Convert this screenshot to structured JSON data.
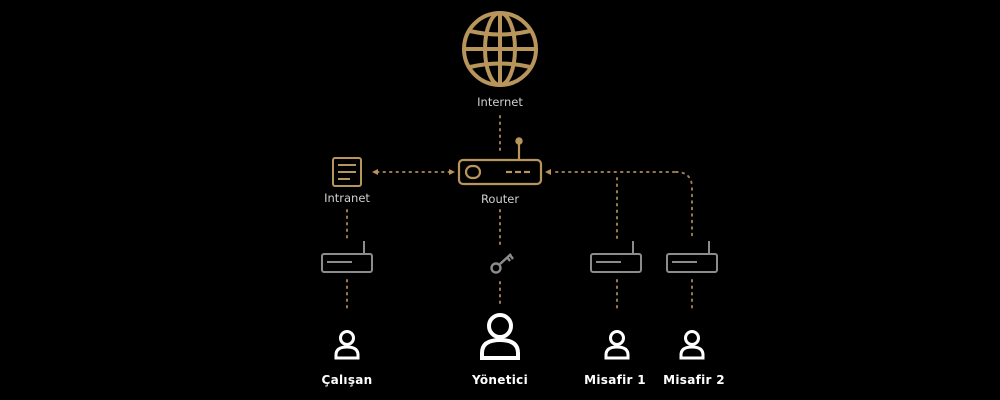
{
  "colors": {
    "background": "#000000",
    "gold": "#b8955a",
    "link_dots": "#9a7b4f",
    "device_gray": "#8c8c8c",
    "user_white": "#ffffff",
    "label_gray": "#cfcfcf"
  },
  "nodes": {
    "internet": {
      "label": "Internet",
      "icon": "globe-icon"
    },
    "router": {
      "label": "Router",
      "icon": "router-icon"
    },
    "intranet": {
      "label": "Intranet",
      "icon": "server-document-icon"
    },
    "access_key": {
      "icon": "key-icon"
    },
    "employee_ap": {
      "icon": "access-point-icon"
    },
    "guest1_ap": {
      "icon": "access-point-icon"
    },
    "guest2_ap": {
      "icon": "access-point-icon"
    }
  },
  "users": [
    {
      "label": "Çalışan",
      "icon": "user-icon"
    },
    {
      "label": "Yönetici",
      "icon": "user-icon"
    },
    {
      "label": "Misafir 1",
      "icon": "user-icon"
    },
    {
      "label": "Misafir 2",
      "icon": "user-icon"
    }
  ]
}
